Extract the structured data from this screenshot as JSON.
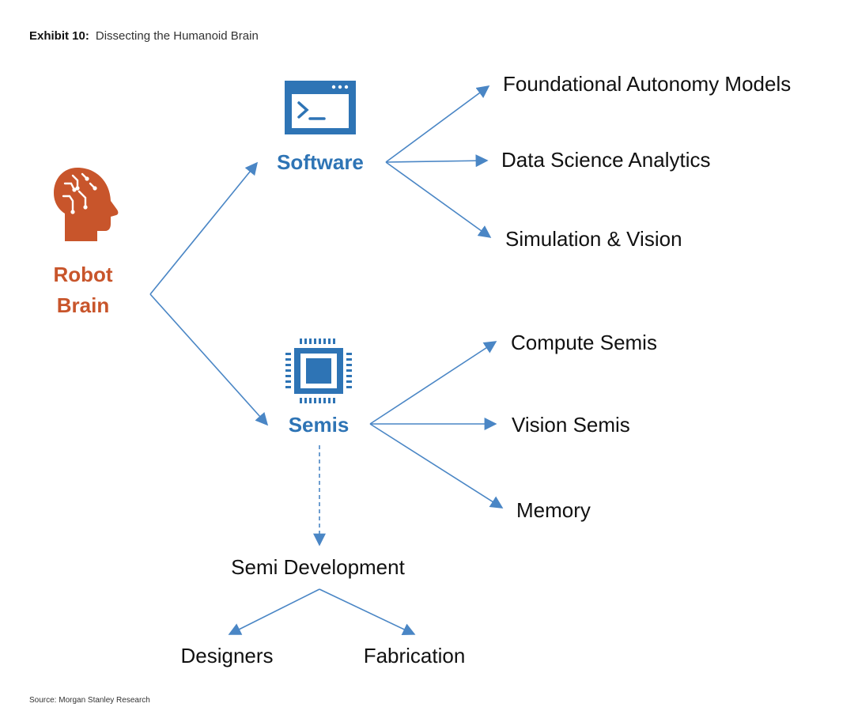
{
  "exhibit": {
    "label": "Exhibit 10:",
    "title": "Dissecting the Humanoid Brain"
  },
  "root": {
    "line1": "Robot",
    "line2": "Brain",
    "icon": "brain-head-icon"
  },
  "software": {
    "label": "Software",
    "icon": "terminal-window-icon",
    "children": [
      "Foundational Autonomy Models",
      "Data Science Analytics",
      "Simulation & Vision"
    ]
  },
  "semis": {
    "label": "Semis",
    "icon": "microchip-icon",
    "children": [
      "Compute Semis",
      "Vision Semis",
      "Memory"
    ]
  },
  "development": {
    "label": "Semi Development",
    "children": [
      "Designers",
      "Fabrication"
    ]
  },
  "source": "Source: Morgan Stanley Research",
  "colors": {
    "accent_orange": "#C8552B",
    "accent_blue": "#2E74B5",
    "arrow": "#4A86C5",
    "text": "#111111"
  }
}
